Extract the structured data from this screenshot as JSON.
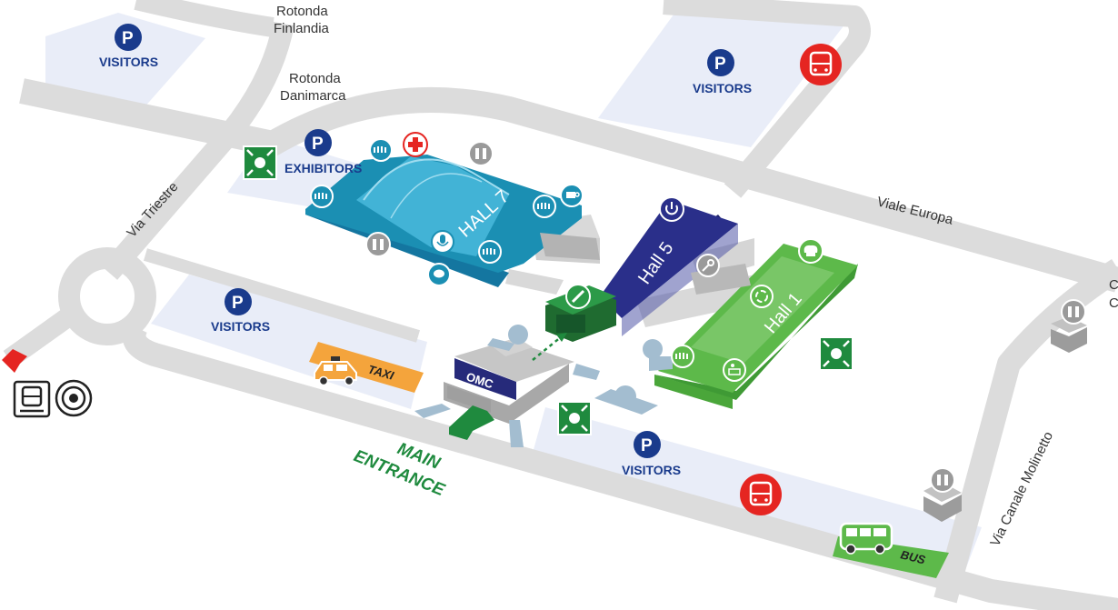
{
  "colors": {
    "road": "#dcdcdc",
    "lot": "#e9edf8",
    "parking": "#1a3b8c",
    "hall7": "#1b8fb3",
    "hall5": "#2a2f8a",
    "hall1": "#5db94a",
    "accent_green": "#1f8a3e",
    "bus_red": "#e52521",
    "taxi_orange": "#f4a43c",
    "icon_gray": "#9a9a9a"
  },
  "streets": {
    "rotonda_finlandia_1": "Rotonda",
    "rotonda_finlandia_2": "Finlandia",
    "rotonda_danimarca_1": "Rotonda",
    "rotonda_danimarca_2": "Danimarca",
    "via_triestre": "Via Triestre",
    "viale_europa": "Viale Europa",
    "via_canale_molinetto": "Via Canale Molinetto",
    "edge_fragment_1": "C",
    "edge_fragment_2": "C"
  },
  "parking": {
    "p_letter": "P",
    "visitors_nw": "VISITORS",
    "visitors_ne": "VISITORS",
    "exhibitors": "EXHIBITORS",
    "visitors_w": "VISITORS",
    "visitors_s": "VISITORS"
  },
  "halls": {
    "hall7": "HALL 7",
    "hall5": "Hall 5",
    "hall1": "Hall 1",
    "omc": "OMC"
  },
  "labels": {
    "main_1": "MAIN",
    "main_2": "ENTRANCE",
    "taxi": "TAXI",
    "bus": "BUS"
  },
  "icons": [
    "parking-icon",
    "bus-stop-icon",
    "first-aid-icon",
    "restroom-icon",
    "assembly-point-icon",
    "cafe-icon",
    "microphone-icon",
    "chat-icon",
    "power-icon",
    "key-icon",
    "pen-icon",
    "chef-icon",
    "recycle-icon",
    "info-desk-icon",
    "train-icon",
    "target-icon",
    "taxi-icon",
    "bus-icon"
  ]
}
